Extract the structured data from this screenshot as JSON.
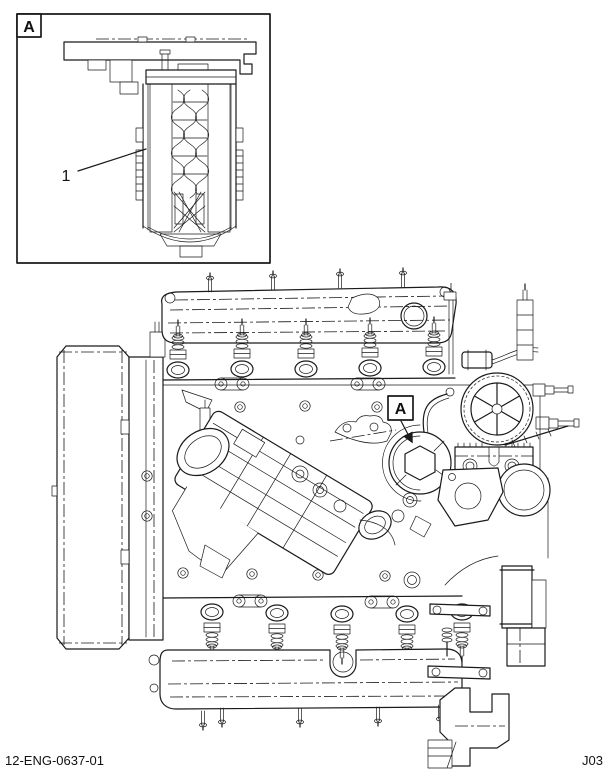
{
  "colors": {
    "ink": "#1a1a1a",
    "paper": "#ffffff"
  },
  "inset": {
    "frame_label": "A",
    "part_callout": "1"
  },
  "engine_view": {
    "detail_callout_label": "A"
  },
  "footer": {
    "figure_id": "12-ENG-0637-01",
    "sheet_code": "J03"
  }
}
